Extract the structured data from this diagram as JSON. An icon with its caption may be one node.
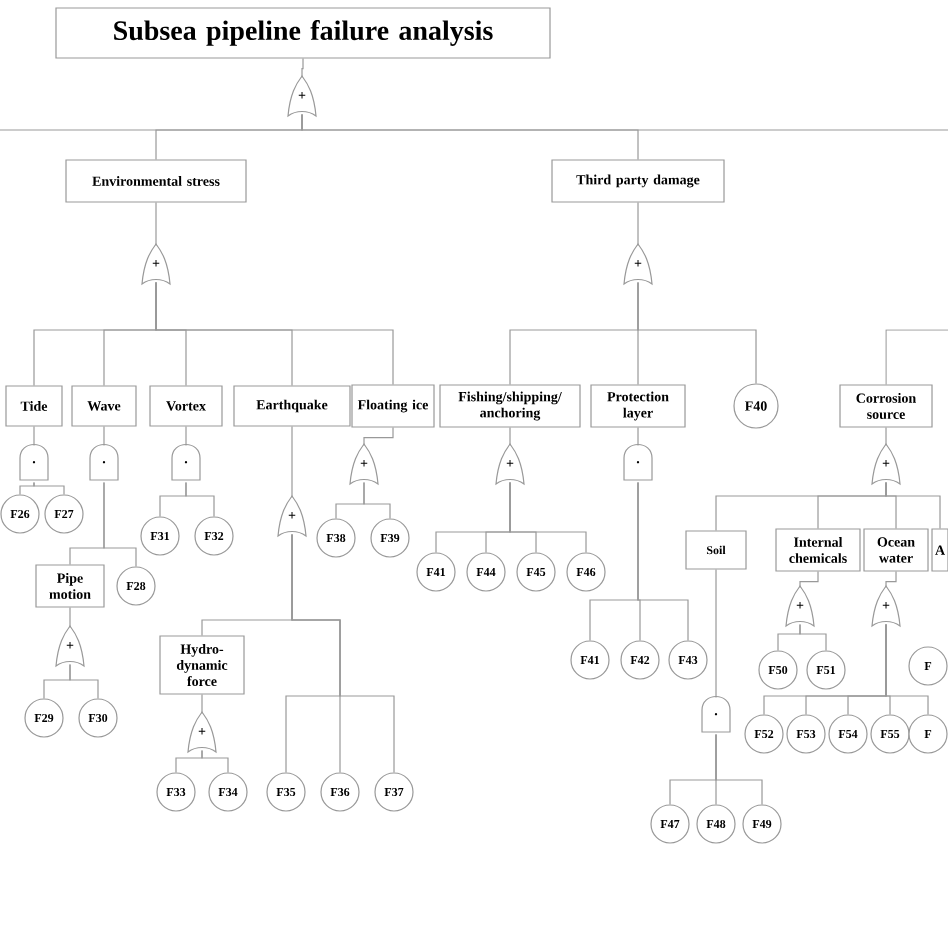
{
  "diagram": {
    "nodes": [
      {
        "text": [
          "Subsea pipeline failure analysis"
        ]
      },
      {
        "text": [
          "+"
        ]
      },
      {
        "text": [
          "Environmental stress"
        ]
      },
      {
        "text": [
          "Third party damage"
        ]
      },
      {
        "text": [
          "+"
        ]
      },
      {
        "text": [
          "+"
        ]
      },
      {
        "text": [
          "Tide"
        ]
      },
      {
        "text": [
          "Wave"
        ]
      },
      {
        "text": [
          "Vortex"
        ]
      },
      {
        "text": [
          "Earthquake"
        ]
      },
      {
        "text": [
          "Floating ice"
        ]
      },
      {
        "text": [
          "Fishing/shipping/ anchoring"
        ]
      },
      {
        "text": [
          "Protection layer"
        ]
      },
      {
        "text": [
          "F40"
        ]
      },
      {
        "text": [
          "Corrosion source"
        ]
      },
      {
        "text": [
          "·"
        ]
      },
      {
        "text": [
          "·"
        ]
      },
      {
        "text": [
          "·"
        ]
      },
      {
        "text": [
          "+"
        ]
      },
      {
        "text": [
          "+"
        ]
      },
      {
        "text": [
          "+"
        ]
      },
      {
        "text": [
          "·"
        ]
      },
      {
        "text": [
          "+"
        ]
      },
      {
        "text": [
          "F26"
        ]
      },
      {
        "text": [
          "F27"
        ]
      },
      {
        "text": [
          "Pipe motion"
        ]
      },
      {
        "text": [
          "F28"
        ]
      },
      {
        "text": [
          "F31"
        ]
      },
      {
        "text": [
          "F32"
        ]
      },
      {
        "text": [
          "F38"
        ]
      },
      {
        "text": [
          "F39"
        ]
      },
      {
        "text": [
          "Soil"
        ]
      },
      {
        "text": [
          "Internal chemicals"
        ]
      },
      {
        "text": [
          "Ocean water"
        ]
      },
      {
        "text": [
          "A"
        ]
      },
      {
        "text": [
          "F41"
        ]
      },
      {
        "text": [
          "F44"
        ]
      },
      {
        "text": [
          "F45"
        ]
      },
      {
        "text": [
          "F46"
        ]
      },
      {
        "text": [
          "+"
        ]
      },
      {
        "text": [
          "+"
        ]
      },
      {
        "text": [
          "+"
        ]
      },
      {
        "text": [
          "F41"
        ]
      },
      {
        "text": [
          "F42"
        ]
      },
      {
        "text": [
          "F43"
        ]
      },
      {
        "text": [
          "F50"
        ]
      },
      {
        "text": [
          "F51"
        ]
      },
      {
        "text": [
          "F"
        ]
      },
      {
        "text": [
          "Hydro-dynamic force"
        ]
      },
      {
        "text": [
          "·"
        ]
      },
      {
        "text": [
          "F29"
        ]
      },
      {
        "text": [
          "F30"
        ]
      },
      {
        "text": [
          "F52"
        ]
      },
      {
        "text": [
          "F53"
        ]
      },
      {
        "text": [
          "F54"
        ]
      },
      {
        "text": [
          "F55"
        ]
      },
      {
        "text": [
          "F"
        ]
      },
      {
        "text": [
          "+"
        ]
      },
      {
        "text": [
          "F33"
        ]
      },
      {
        "text": [
          "F34"
        ]
      },
      {
        "text": [
          "F35"
        ]
      },
      {
        "text": [
          "F36"
        ]
      },
      {
        "text": [
          "F37"
        ]
      },
      {
        "text": [
          "F47"
        ]
      },
      {
        "text": [
          "F48"
        ]
      },
      {
        "text": [
          "F49"
        ]
      }
    ],
    "edges": [
      {
        "from": 0,
        "to": 1,
        "arrow": "none"
      },
      {
        "from": 1,
        "to": 2,
        "arrow": "none"
      },
      {
        "from": 1,
        "to": 3,
        "arrow": "none"
      },
      {
        "from": 1,
        "to": null,
        "arrow": "none"
      },
      {
        "from": 1,
        "to": null,
        "arrow": "none"
      },
      {
        "from": 2,
        "to": 4,
        "arrow": "none"
      },
      {
        "from": 3,
        "to": 5,
        "arrow": "none"
      },
      {
        "from": 4,
        "to": 6,
        "arrow": "none"
      },
      {
        "from": 4,
        "to": 7,
        "arrow": "none"
      },
      {
        "from": 4,
        "to": 8,
        "arrow": "none"
      },
      {
        "from": 4,
        "to": 9,
        "arrow": "none"
      },
      {
        "from": 4,
        "to": 10,
        "arrow": "none"
      },
      {
        "from": 5,
        "to": 11,
        "arrow": "none"
      },
      {
        "from": 5,
        "to": 12,
        "arrow": "none"
      },
      {
        "from": 5,
        "to": 13,
        "arrow": "none"
      },
      {
        "from": 14,
        "to": null,
        "arrow": "none"
      },
      {
        "from": 14,
        "to": 22,
        "arrow": "none"
      },
      {
        "from": 6,
        "to": 15,
        "arrow": "none"
      },
      {
        "from": 7,
        "to": 16,
        "arrow": "none"
      },
      {
        "from": 8,
        "to": 17,
        "arrow": "none"
      },
      {
        "from": 9,
        "to": 18,
        "arrow": "none"
      },
      {
        "from": 10,
        "to": 19,
        "arrow": "none"
      },
      {
        "from": 11,
        "to": 20,
        "arrow": "none"
      },
      {
        "from": 12,
        "to": 21,
        "arrow": "none"
      },
      {
        "from": 22,
        "to": 31,
        "arrow": "none"
      },
      {
        "from": 22,
        "to": 32,
        "arrow": "none"
      },
      {
        "from": 22,
        "to": 33,
        "arrow": "none"
      },
      {
        "from": 22,
        "to": 34,
        "arrow": "none"
      },
      {
        "from": 15,
        "to": 23,
        "arrow": "none"
      },
      {
        "from": 15,
        "to": 24,
        "arrow": "none"
      },
      {
        "from": 16,
        "to": 25,
        "arrow": "none"
      },
      {
        "from": 16,
        "to": 26,
        "arrow": "none"
      },
      {
        "from": 17,
        "to": 27,
        "arrow": "none"
      },
      {
        "from": 17,
        "to": 28,
        "arrow": "none"
      },
      {
        "from": 19,
        "to": 29,
        "arrow": "none"
      },
      {
        "from": 19,
        "to": 30,
        "arrow": "none"
      },
      {
        "from": 20,
        "to": 35,
        "arrow": "none"
      },
      {
        "from": 20,
        "to": 36,
        "arrow": "none"
      },
      {
        "from": 20,
        "to": 37,
        "arrow": "none"
      },
      {
        "from": 20,
        "to": 38,
        "arrow": "none"
      },
      {
        "from": 25,
        "to": 39,
        "arrow": "none"
      },
      {
        "from": 39,
        "to": 50,
        "arrow": "none"
      },
      {
        "from": 39,
        "to": 51,
        "arrow": "none"
      },
      {
        "from": 32,
        "to": 40,
        "arrow": "none"
      },
      {
        "from": 40,
        "to": 45,
        "arrow": "none"
      },
      {
        "from": 40,
        "to": 46,
        "arrow": "none"
      },
      {
        "from": 33,
        "to": 41,
        "arrow": "none"
      },
      {
        "from": 41,
        "to": 52,
        "arrow": "none"
      },
      {
        "from": 41,
        "to": 53,
        "arrow": "none"
      },
      {
        "from": 41,
        "to": 54,
        "arrow": "none"
      },
      {
        "from": 41,
        "to": 55,
        "arrow": "none"
      },
      {
        "from": 41,
        "to": 56,
        "arrow": "none"
      },
      {
        "from": 21,
        "to": 42,
        "arrow": "none"
      },
      {
        "from": 21,
        "to": 43,
        "arrow": "none"
      },
      {
        "from": 21,
        "to": 44,
        "arrow": "none"
      },
      {
        "from": 31,
        "to": 49,
        "arrow": "none"
      },
      {
        "from": 49,
        "to": 63,
        "arrow": "none"
      },
      {
        "from": 49,
        "to": 64,
        "arrow": "none"
      },
      {
        "from": 49,
        "to": 65,
        "arrow": "none"
      },
      {
        "from": 18,
        "to": 48,
        "arrow": "none"
      },
      {
        "from": 18,
        "to": 60,
        "arrow": "none"
      },
      {
        "from": 18,
        "to": 61,
        "arrow": "none"
      },
      {
        "from": 18,
        "to": 62,
        "arrow": "none"
      },
      {
        "from": 48,
        "to": 57,
        "arrow": "none"
      },
      {
        "from": 57,
        "to": 58,
        "arrow": "none"
      },
      {
        "from": 57,
        "to": 59,
        "arrow": "none"
      }
    ]
  }
}
